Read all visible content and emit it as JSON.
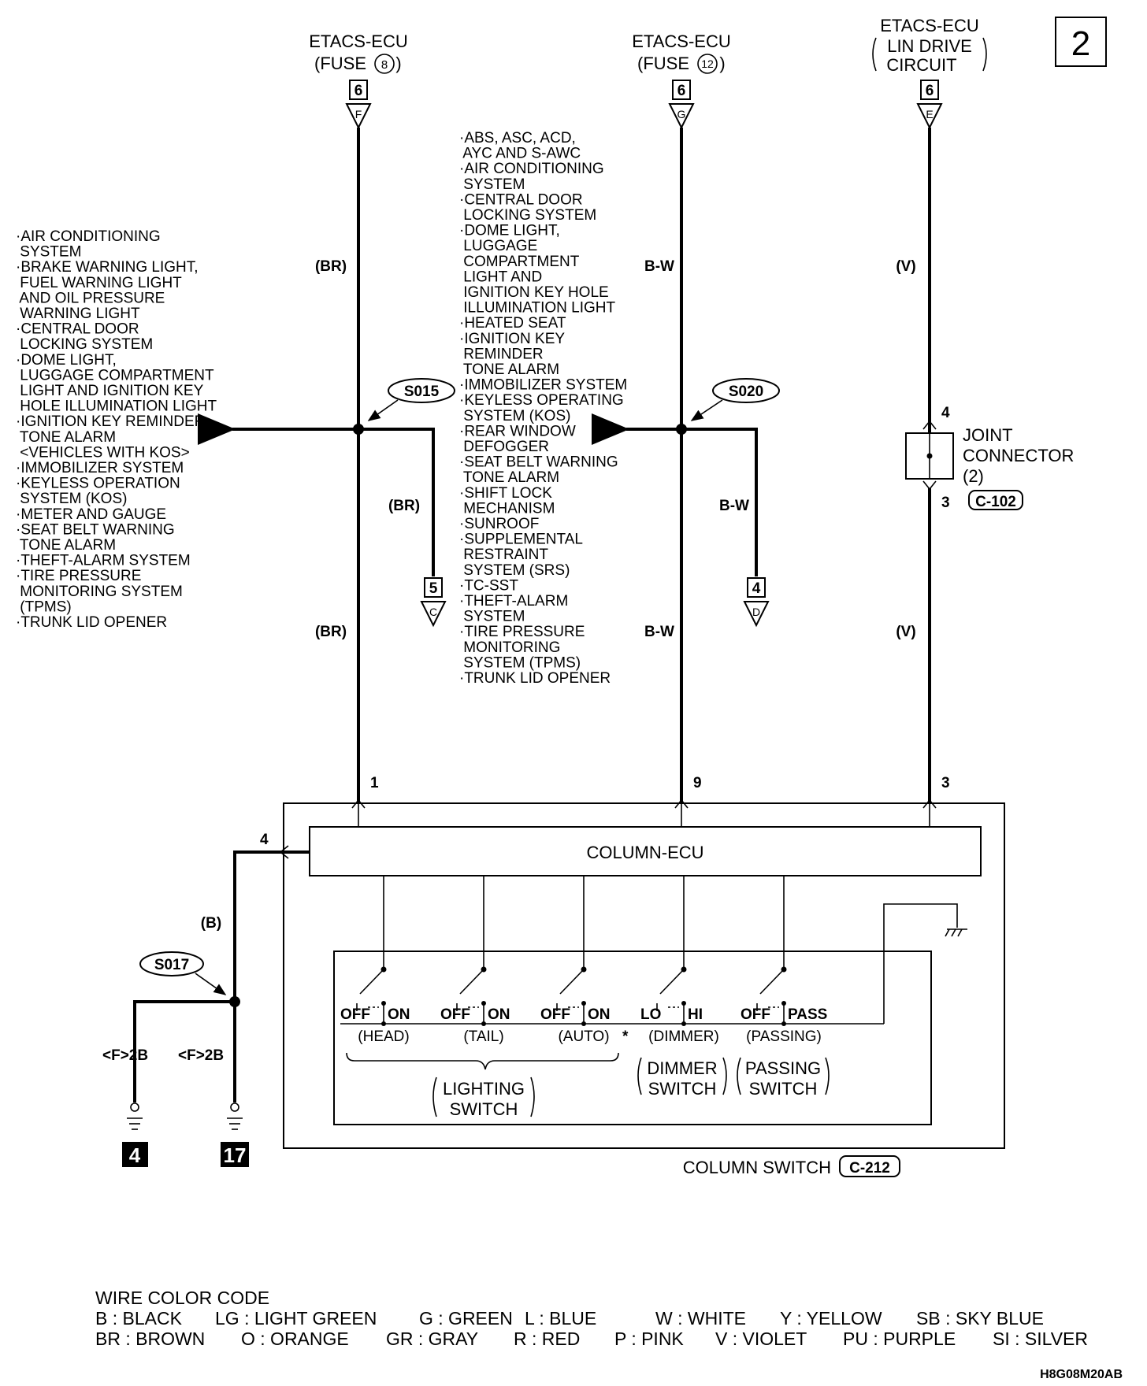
{
  "page_number": "2",
  "figure_code": "H8G08M20AB",
  "sources": {
    "fuse8": {
      "line1": "ETACS-ECU",
      "line2": "(FUSE",
      "fuse": "8",
      "close": ")",
      "pin": "6",
      "conn": "F"
    },
    "fuse12": {
      "line1": "ETACS-ECU",
      "line2": "(FUSE",
      "fuse": "12",
      "close": ")",
      "pin": "6",
      "conn": "G"
    },
    "lin": {
      "line1": "ETACS-ECU",
      "line2": "LIN DRIVE",
      "line3": "CIRCUIT",
      "pin": "6",
      "conn": "E"
    }
  },
  "wire_colors": {
    "br": "(BR)",
    "bw": "B-W",
    "v": "(V)",
    "b": "(B)"
  },
  "splices": {
    "s015": "S015",
    "s020": "S020",
    "s017": "S017"
  },
  "branch_connectors": {
    "c": {
      "pin": "5",
      "conn": "C"
    },
    "d": {
      "pin": "4",
      "conn": "D"
    }
  },
  "joint_connector": {
    "line1": "JOINT",
    "line2": "CONNECTOR",
    "line3": "(2)",
    "pin_top": "4",
    "pin_bottom": "3",
    "conn_id": "C-102"
  },
  "left_list": [
    "·AIR CONDITIONING",
    " SYSTEM",
    "·BRAKE WARNING LIGHT,",
    " FUEL WARNING LIGHT",
    " AND OIL PRESSURE",
    " WARNING LIGHT",
    "·CENTRAL DOOR",
    " LOCKING SYSTEM",
    "·DOME LIGHT,",
    " LUGGAGE COMPARTMENT",
    " LIGHT AND IGNITION KEY",
    " HOLE ILLUMINATION LIGHT",
    "·IGNITION KEY REMINDER",
    " TONE ALARM",
    " <VEHICLES WITH KOS>",
    "·IMMOBILIZER SYSTEM",
    "·KEYLESS OPERATION",
    " SYSTEM (KOS)",
    "·METER AND GAUGE",
    "·SEAT BELT WARNING",
    " TONE ALARM",
    "·THEFT-ALARM SYSTEM",
    "·TIRE PRESSURE",
    " MONITORING SYSTEM",
    " (TPMS)",
    "·TRUNK LID OPENER"
  ],
  "middle_list": [
    "·ABS, ASC, ACD,",
    " AYC AND S-AWC",
    "·AIR CONDITIONING",
    " SYSTEM",
    "·CENTRAL DOOR",
    " LOCKING SYSTEM",
    "·DOME LIGHT,",
    " LUGGAGE",
    " COMPARTMENT",
    " LIGHT AND",
    " IGNITION KEY HOLE",
    " ILLUMINATION LIGHT",
    "·HEATED SEAT",
    "·IGNITION KEY",
    " REMINDER",
    " TONE ALARM",
    "·IMMOBILIZER SYSTEM",
    "·KEYLESS OPERATING",
    " SYSTEM (KOS)",
    "·REAR WINDOW",
    " DEFOGGER",
    "·SEAT BELT WARNING",
    " TONE ALARM",
    "·SHIFT LOCK",
    " MECHANISM",
    "·SUNROOF",
    "·SUPPLEMENTAL",
    " RESTRAINT",
    " SYSTEM (SRS)",
    "·TC-SST",
    "·THEFT-ALARM",
    " SYSTEM",
    "·TIRE PRESSURE",
    " MONITORING",
    " SYSTEM (TPMS)",
    "·TRUNK LID OPENER"
  ],
  "column_switch": {
    "ecu_label": "COLUMN-ECU",
    "name": "COLUMN SWITCH",
    "conn_id": "C-212",
    "pins": {
      "p1": "1",
      "p9": "9",
      "p3": "3",
      "p4": "4"
    },
    "switches": [
      {
        "off": "OFF",
        "on": "ON",
        "name": "(HEAD)"
      },
      {
        "off": "OFF",
        "on": "ON",
        "name": "(TAIL)"
      },
      {
        "off": "OFF",
        "on": "ON",
        "name": "(AUTO)"
      },
      {
        "off": "LO",
        "on": "HI",
        "name": "(DIMMER)"
      },
      {
        "off": "OFF",
        "on": "PASS",
        "name": "(PASSING)"
      }
    ],
    "asterisk": "*",
    "lighting": {
      "line1": "LIGHTING",
      "line2": "SWITCH"
    },
    "dimmer": {
      "line1": "DIMMER",
      "line2": "SWITCH"
    },
    "passing": {
      "line1": "PASSING",
      "line2": "SWITCH"
    }
  },
  "grounds": {
    "g1": {
      "conn": "<F>2B",
      "num": "4"
    },
    "g2": {
      "conn": "<F>2B",
      "num": "17"
    }
  },
  "wire_color_code": {
    "title": "WIRE COLOR CODE",
    "row1": [
      "B : BLACK",
      "LG : LIGHT GREEN",
      "G : GREEN",
      "L : BLUE",
      "W : WHITE",
      "Y : YELLOW",
      "SB : SKY BLUE"
    ],
    "row2": [
      "BR : BROWN",
      "O : ORANGE",
      "GR : GRAY",
      "R : RED",
      "P : PINK",
      "V : VIOLET",
      "PU : PURPLE",
      "SI : SILVER"
    ]
  }
}
